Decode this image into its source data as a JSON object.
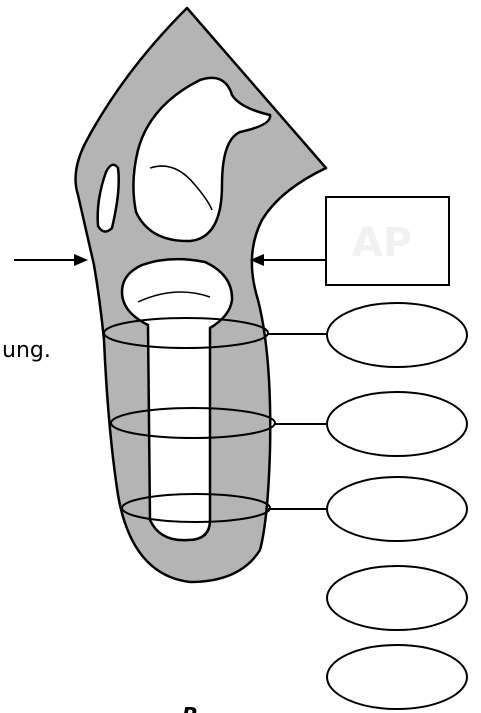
{
  "labels": {
    "ap_box": "AP",
    "side_text": "ung.",
    "footer_partial": "P"
  },
  "answer_ovals": [
    {
      "value": ""
    },
    {
      "value": ""
    },
    {
      "value": ""
    },
    {
      "value": ""
    },
    {
      "value": ""
    }
  ],
  "colors": {
    "bone_fill": "#b4b4b4",
    "outline": "#000000",
    "cavity_fill": "#ffffff"
  }
}
